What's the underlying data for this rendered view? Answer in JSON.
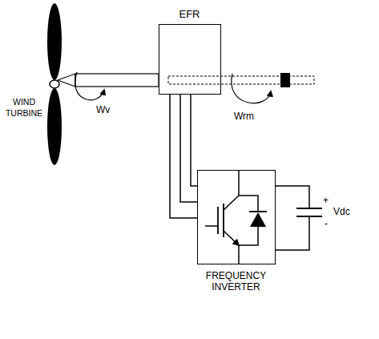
{
  "diagram": {
    "nodes": [
      {
        "text": [
          "EFR"
        ]
      },
      {
        "text": [
          "FREQUENCY INVERTER"
        ]
      }
    ],
    "edges": [
      {
        "from": 0,
        "to": 1,
        "arrow": "none"
      },
      {
        "from": 0,
        "to": 1,
        "arrow": "none"
      },
      {
        "from": 0,
        "to": 1,
        "arrow": "none"
      }
    ],
    "labels": [
      "WIND TURBINE",
      "Wv",
      "Wrm",
      "+",
      "Vdc",
      "-"
    ]
  }
}
